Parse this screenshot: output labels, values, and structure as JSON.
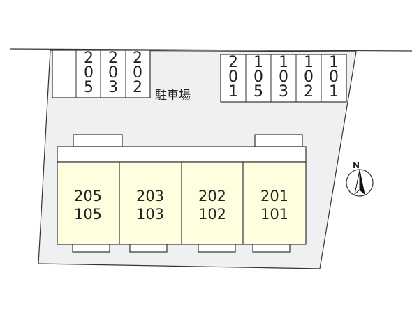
{
  "parking": {
    "label": "駐車場",
    "left_group": [
      "",
      "205",
      "203",
      "202"
    ],
    "right_group": [
      "201",
      "105",
      "103",
      "102",
      "101"
    ]
  },
  "building": {
    "units": [
      {
        "upper": "205",
        "lower": "105"
      },
      {
        "upper": "203",
        "lower": "103"
      },
      {
        "upper": "202",
        "lower": "102"
      },
      {
        "upper": "201",
        "lower": "101"
      }
    ]
  },
  "compass": {
    "label": "N"
  },
  "colors": {
    "lot": "#eef0f2",
    "unit": "#ffffe0",
    "outline": "#333333",
    "compass_arrow": "#111111"
  }
}
